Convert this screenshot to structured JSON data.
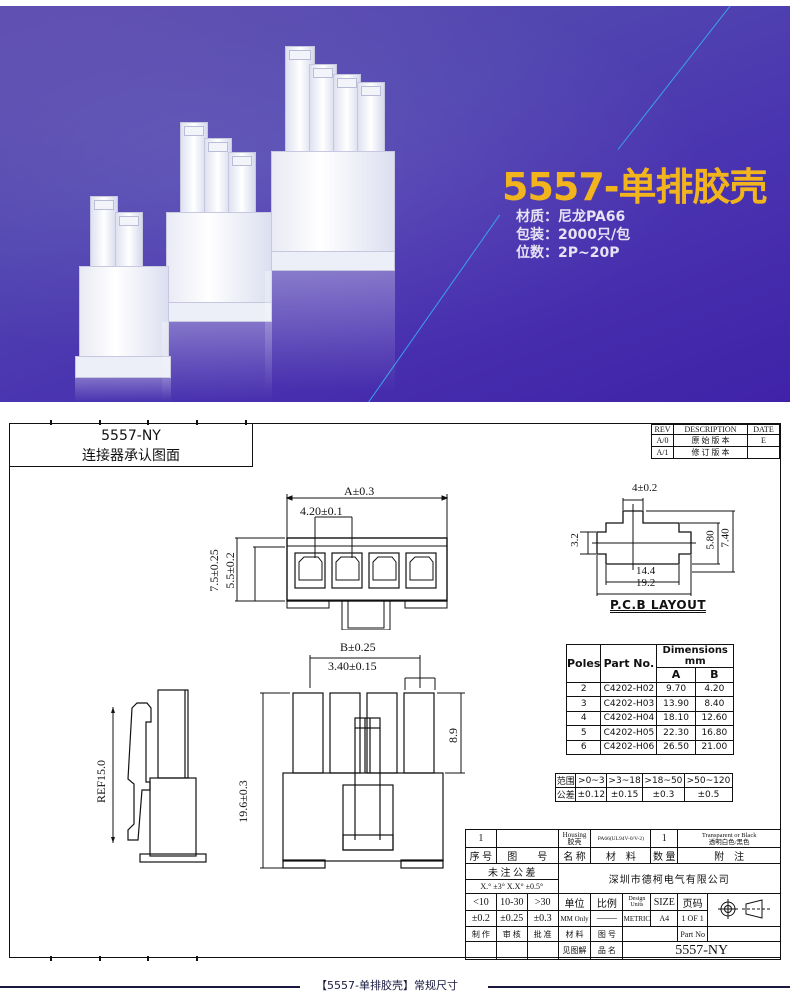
{
  "banner": {
    "title": "5557-单排胶壳",
    "specs": [
      {
        "label": "材质：",
        "value": "尼龙PA66"
      },
      {
        "label": "包装：",
        "value": "2000只/包"
      },
      {
        "label": "位数：",
        "value": "2P~20P"
      }
    ],
    "colors": {
      "title": "#f2b41d",
      "background": "#4a38b0",
      "accent_line": "#3aa0f0"
    }
  },
  "drawing": {
    "title_block": {
      "part": "5557-NY",
      "subtitle": "连接器承认图面"
    },
    "revision_table": {
      "headers": [
        "REV",
        "DESCRIPTION",
        "DATE"
      ],
      "rows": [
        [
          "A/0",
          "原 始 版 本",
          "E"
        ],
        [
          "A/1",
          "修 订 版 本",
          ""
        ]
      ]
    },
    "front_view": {
      "dim_a": "A±0.3",
      "dim_pitch": "4.20±0.1",
      "dim_height_outer": "7.5±0.25",
      "dim_height_inner": "5.5±0.2"
    },
    "pcb_layout": {
      "label": "P.C.B LAYOUT",
      "dim_top": "4±0.2",
      "dim_left": "3.2",
      "dim_inner_h": "5.80",
      "dim_outer_h": "7.40",
      "dim_inner_w": "14.4",
      "dim_outer_w": "19.2"
    },
    "side_view": {
      "dim_ref": "REF15.0"
    },
    "bottom_view": {
      "dim_b": "B±0.25",
      "dim_pitch": "3.40±0.15",
      "dim_height": "19.6±0.3",
      "dim_tower": "8.9"
    },
    "dimension_table": {
      "headers": {
        "poles": "Poles",
        "part_no": "Part No.",
        "dimensions": "Dimensions mm",
        "a": "A",
        "b": "B"
      },
      "rows": [
        {
          "poles": "2",
          "part_no": "C4202-H02",
          "a": "9.70",
          "b": "4.20"
        },
        {
          "poles": "3",
          "part_no": "C4202-H03",
          "a": "13.90",
          "b": "8.40"
        },
        {
          "poles": "4",
          "part_no": "C4202-H04",
          "a": "18.10",
          "b": "12.60"
        },
        {
          "poles": "5",
          "part_no": "C4202-H05",
          "a": "22.30",
          "b": "16.80"
        },
        {
          "poles": "6",
          "part_no": "C4202-H06",
          "a": "26.50",
          "b": "21.00"
        }
      ]
    },
    "tolerance_table": {
      "row1": [
        "范围",
        ">0~3",
        ">3~18",
        ">18~50",
        ">50~120"
      ],
      "row2": [
        "公差",
        "±0.12",
        "±0.15",
        "±0.3",
        "±0.5"
      ]
    },
    "bom": {
      "item": "1",
      "drawing_no": "",
      "name": "Housing 胶壳",
      "name_en": "Housing",
      "name_cn": "胶壳",
      "material": "PA66(UL94V-0/V-2)",
      "qty": "1",
      "remark_en": "Transparent or Black",
      "remark_cn": "透明白色/黑色",
      "headers": [
        "序 号",
        "图　　号",
        "名 称",
        "材　料",
        "数 量",
        "附　注"
      ]
    },
    "tolerance_note": {
      "title": "未 注 公 差",
      "line": "X.° ±3°  X.X° ±0.5°",
      "ranges": [
        "<10",
        "10-30",
        ">30"
      ],
      "values": [
        "±0.2",
        "±0.25",
        "±0.3"
      ]
    },
    "company": "深圳市德柯电气有限公司",
    "title_fields": {
      "unit_label": "单位",
      "scale_label": "比例",
      "design_units_label": "Design Units",
      "size_label": "SIZE",
      "page_label": "页码",
      "unit_value": "MM Only",
      "scale_value": "——",
      "design_units_value": "METRIC",
      "size_value": "A4",
      "page_value": "1 OF 1",
      "made_by": "制 作",
      "checked_by": "审 核",
      "approved_by": "批 准",
      "material_label": "材 料",
      "drawing_no_label": "图 号",
      "part_no_label": "Part No",
      "see_drawing": "见图解",
      "product_name_label": "品 名",
      "product_name": "5557-NY"
    }
  },
  "footer": {
    "caption": "【5557-单排胶壳】常规尺寸"
  }
}
